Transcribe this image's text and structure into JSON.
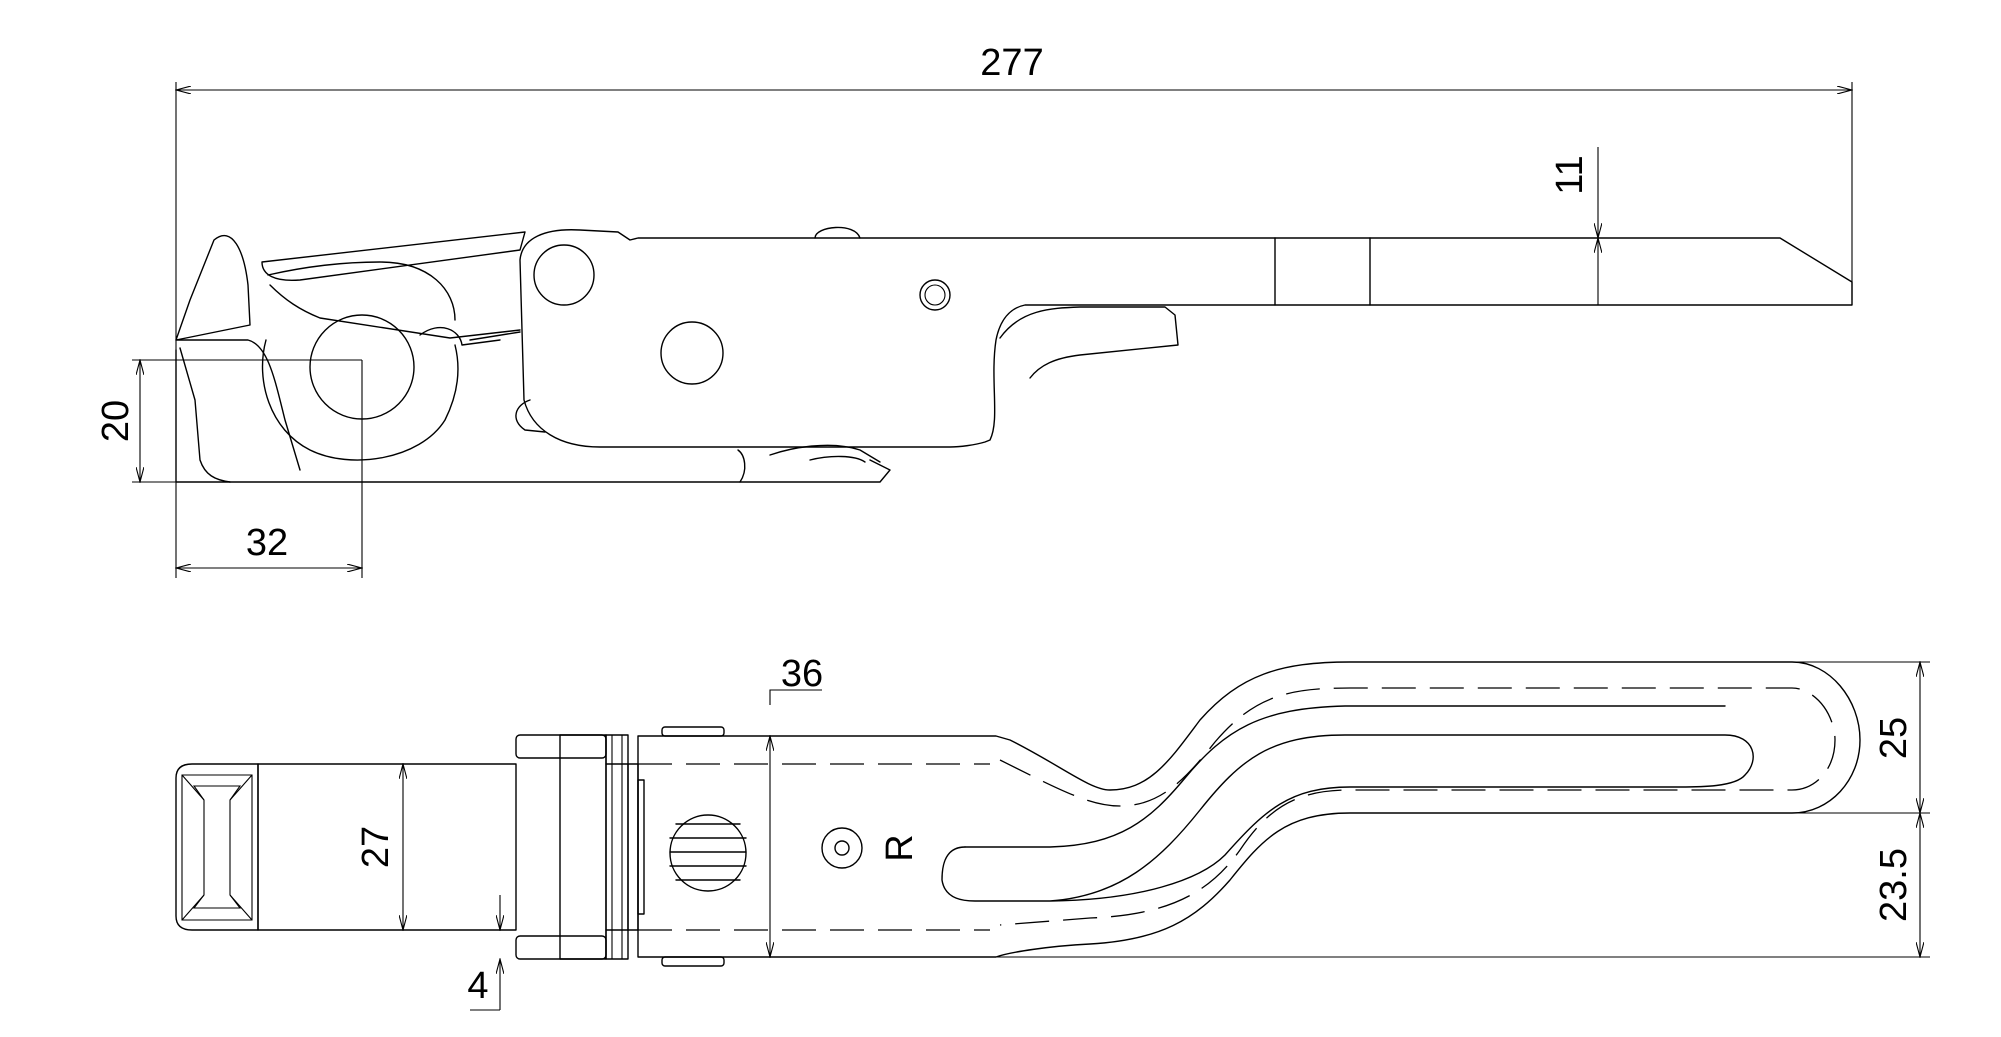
{
  "side_view": {
    "dim_overall_length": "277",
    "dim_lever_thickness": "11",
    "dim_hook_height": "20",
    "dim_hook_offset": "32"
  },
  "top_view": {
    "dim_body_width": "36",
    "dim_latch_width": "27",
    "dim_gap": "4",
    "dim_upper_offset": "25",
    "dim_lower_offset": "23.5",
    "hand_marking": "R"
  }
}
